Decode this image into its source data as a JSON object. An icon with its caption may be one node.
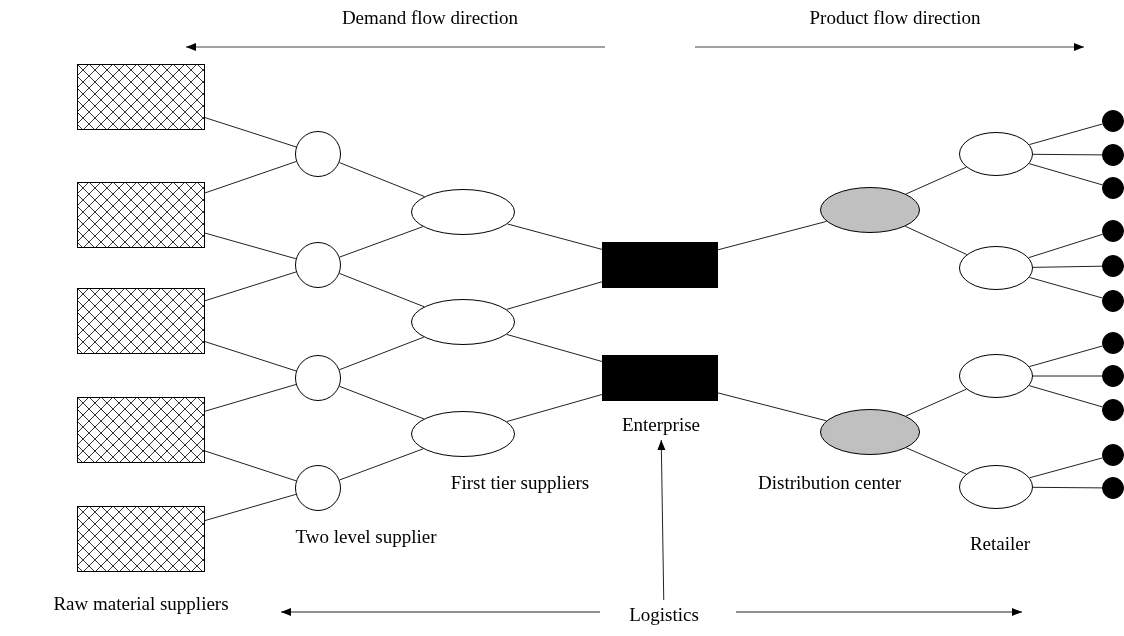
{
  "diagram": {
    "nodes": [
      {
        "text": [],
        "shape": "box"
      },
      {
        "text": [],
        "shape": "box"
      },
      {
        "text": [],
        "shape": "box"
      },
      {
        "text": [],
        "shape": "box"
      },
      {
        "text": [],
        "shape": "box"
      },
      {
        "text": [],
        "shape": "circle"
      },
      {
        "text": [],
        "shape": "circle"
      },
      {
        "text": [],
        "shape": "circle"
      },
      {
        "text": [],
        "shape": "circle"
      },
      {
        "text": [],
        "shape": "ellipse"
      },
      {
        "text": [],
        "shape": "ellipse"
      },
      {
        "text": [],
        "shape": "ellipse"
      },
      {
        "text": [],
        "shape": "box"
      },
      {
        "text": [],
        "shape": "box"
      },
      {
        "text": [],
        "shape": "ellipse"
      },
      {
        "text": [],
        "shape": "ellipse"
      },
      {
        "text": [],
        "shape": "ellipse"
      },
      {
        "text": [],
        "shape": "ellipse"
      },
      {
        "text": [],
        "shape": "ellipse"
      },
      {
        "text": [],
        "shape": "ellipse"
      },
      {
        "text": [],
        "shape": "circle"
      },
      {
        "text": [],
        "shape": "circle"
      },
      {
        "text": [],
        "shape": "circle"
      },
      {
        "text": [],
        "shape": "circle"
      },
      {
        "text": [],
        "shape": "circle"
      },
      {
        "text": [],
        "shape": "circle"
      },
      {
        "text": [],
        "shape": "circle"
      },
      {
        "text": [],
        "shape": "circle"
      },
      {
        "text": [],
        "shape": "circle"
      },
      {
        "text": [],
        "shape": "circle"
      },
      {
        "text": [],
        "shape": "circle"
      },
      {
        "text": [
          "Enterprise"
        ]
      },
      {
        "text": [
          "Logistics"
        ]
      }
    ],
    "edges": [
      {
        "from": 0,
        "to": 5,
        "arrow": "none"
      },
      {
        "from": 1,
        "to": 5,
        "arrow": "none"
      },
      {
        "from": 1,
        "to": 6,
        "arrow": "none"
      },
      {
        "from": 2,
        "to": 6,
        "arrow": "none"
      },
      {
        "from": 2,
        "to": 7,
        "arrow": "none"
      },
      {
        "from": 3,
        "to": 7,
        "arrow": "none"
      },
      {
        "from": 3,
        "to": 8,
        "arrow": "none"
      },
      {
        "from": 4,
        "to": 8,
        "arrow": "none"
      },
      {
        "from": 5,
        "to": 9,
        "arrow": "none"
      },
      {
        "from": 6,
        "to": 9,
        "arrow": "none"
      },
      {
        "from": 6,
        "to": 10,
        "arrow": "none"
      },
      {
        "from": 7,
        "to": 10,
        "arrow": "none"
      },
      {
        "from": 7,
        "to": 11,
        "arrow": "none"
      },
      {
        "from": 8,
        "to": 11,
        "arrow": "none"
      },
      {
        "from": 9,
        "to": 12,
        "arrow": "none"
      },
      {
        "from": 10,
        "to": 12,
        "arrow": "none"
      },
      {
        "from": 10,
        "to": 13,
        "arrow": "none"
      },
      {
        "from": 11,
        "to": 13,
        "arrow": "none"
      },
      {
        "from": 12,
        "to": 14,
        "arrow": "none"
      },
      {
        "from": 13,
        "to": 15,
        "arrow": "none"
      },
      {
        "from": 14,
        "to": 16,
        "arrow": "none"
      },
      {
        "from": 14,
        "to": 17,
        "arrow": "none"
      },
      {
        "from": 15,
        "to": 18,
        "arrow": "none"
      },
      {
        "from": 15,
        "to": 19,
        "arrow": "none"
      },
      {
        "from": 16,
        "to": 20,
        "arrow": "none"
      },
      {
        "from": 16,
        "to": 21,
        "arrow": "none"
      },
      {
        "from": 16,
        "to": 22,
        "arrow": "none"
      },
      {
        "from": 17,
        "to": 23,
        "arrow": "none"
      },
      {
        "from": 17,
        "to": 24,
        "arrow": "none"
      },
      {
        "from": 17,
        "to": 25,
        "arrow": "none"
      },
      {
        "from": 18,
        "to": 26,
        "arrow": "none"
      },
      {
        "from": 18,
        "to": 27,
        "arrow": "none"
      },
      {
        "from": 18,
        "to": 28,
        "arrow": "none"
      },
      {
        "from": 19,
        "to": 29,
        "arrow": "none"
      },
      {
        "from": 19,
        "to": 30,
        "arrow": "none"
      },
      {
        "from": 32,
        "to": 31,
        "arrow": "to"
      }
    ],
    "labels": [
      "Demand flow direction",
      "Product flow direction",
      "Two level supplier",
      "First tier suppliers",
      "Distribution center",
      "Retailer",
      "Raw material suppliers"
    ]
  }
}
